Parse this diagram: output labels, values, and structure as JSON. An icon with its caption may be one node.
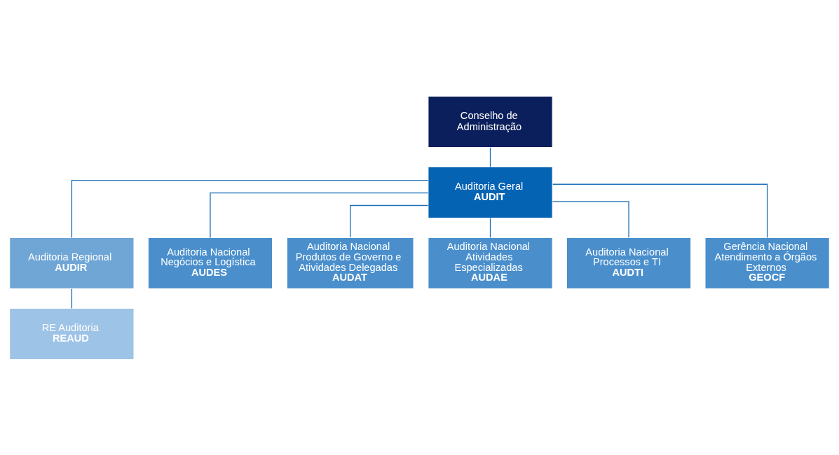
{
  "diagram": {
    "nodes": [
      {
        "text": [
          "Conselho de Administração"
        ]
      },
      {
        "text": [
          "Auditoria Geral",
          "AUDIT"
        ]
      },
      {
        "text": [
          "Auditoria Regional",
          "AUDIR"
        ]
      },
      {
        "text": [
          "RE Auditoria",
          "REAUD"
        ]
      },
      {
        "text": [
          "Auditoria Nacional Negócios e Logística",
          "AUDES"
        ]
      },
      {
        "text": [
          "Auditoria Nacional Produtos de Governo e Atividades Delegadas",
          "AUDAT"
        ]
      },
      {
        "text": [
          "Auditoria Nacional Atividades Especializadas",
          "AUDAE"
        ]
      },
      {
        "text": [
          "Auditoria Nacional Processos e TI",
          "AUDTI"
        ]
      },
      {
        "text": [
          "Gerência Nacional Atendimento a Órgãos Externos",
          "GEOCF"
        ]
      }
    ],
    "edges": [
      {
        "from": 0,
        "to": 1,
        "arrow": "none"
      },
      {
        "from": 1,
        "to": 2,
        "arrow": "none"
      },
      {
        "from": 2,
        "to": 3,
        "arrow": "none"
      },
      {
        "from": 1,
        "to": 4,
        "arrow": "none"
      },
      {
        "from": 1,
        "to": 5,
        "arrow": "none"
      },
      {
        "from": 1,
        "to": 6,
        "arrow": "none"
      },
      {
        "from": 1,
        "to": 7,
        "arrow": "none"
      },
      {
        "from": 1,
        "to": 8,
        "arrow": "none"
      }
    ]
  }
}
